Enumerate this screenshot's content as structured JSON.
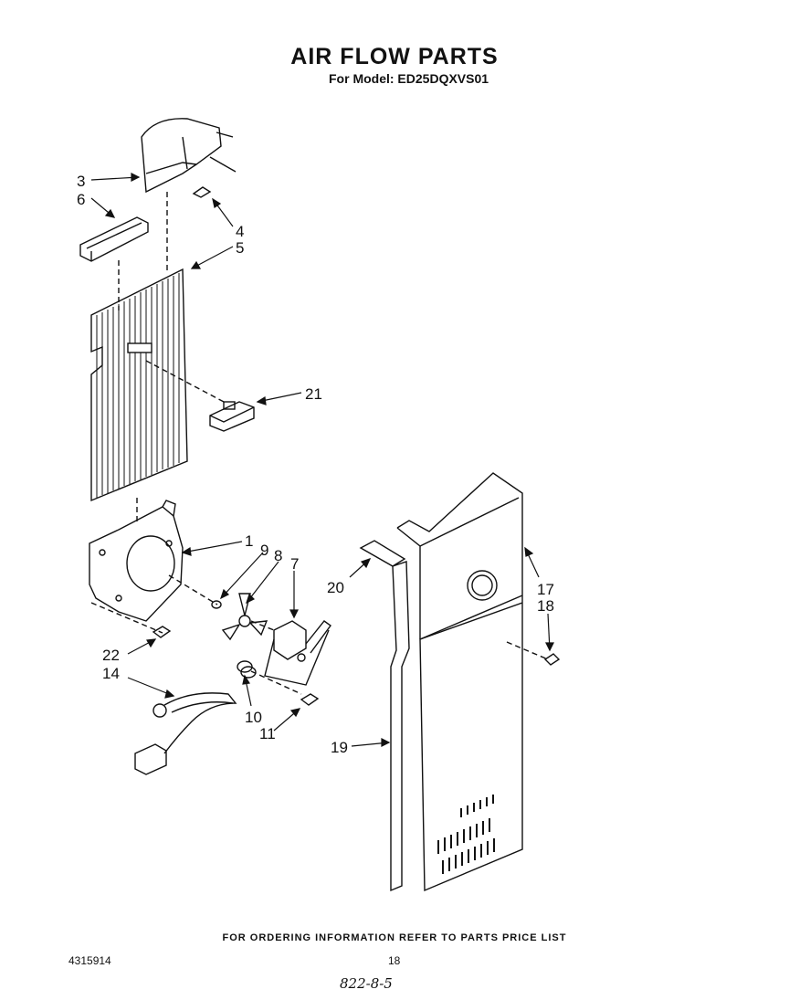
{
  "header": {
    "title": "AIR FLOW PARTS",
    "subtitle": "For Model: ED25DQXVS01"
  },
  "callouts": {
    "c1": "1",
    "c3": "3",
    "c4": "4",
    "c5": "5",
    "c6": "6",
    "c7": "7",
    "c8": "8",
    "c9": "9",
    "c10": "10",
    "c11": "11",
    "c14": "14",
    "c17": "17",
    "c18": "18",
    "c19": "19",
    "c20": "20",
    "c21": "21",
    "c22": "22"
  },
  "footer": {
    "note": "FOR ORDERING INFORMATION REFER TO PARTS PRICE LIST",
    "doc_number": "4315914",
    "page_number": "18",
    "handwritten": "822-8-5"
  }
}
